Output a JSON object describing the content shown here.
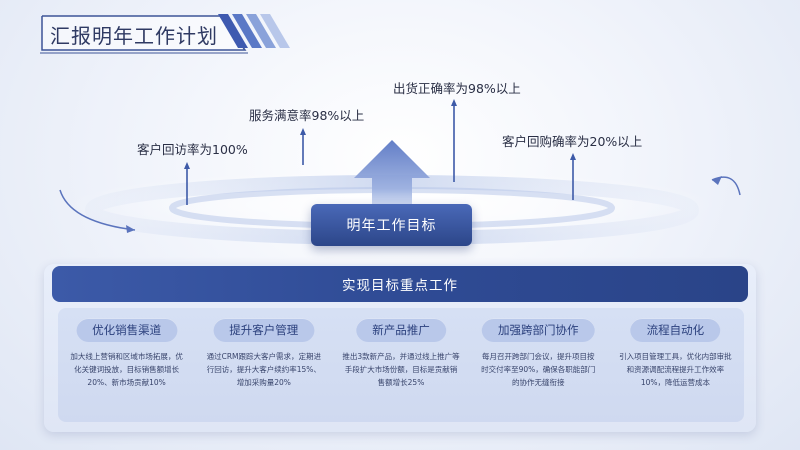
{
  "title": "汇报明年工作计划",
  "metrics": [
    {
      "text": "客户回访率为100%"
    },
    {
      "text": "服务满意率98%以上"
    },
    {
      "text": "出货正确率为98%以上"
    },
    {
      "text": "客户回购确率为20%以上"
    }
  ],
  "goal_label": "明年工作目标",
  "panel": {
    "header": "实现目标重点工作",
    "items": [
      {
        "title": "优化销售渠道",
        "desc": "加大线上营销和区域市场拓展，优化关键词投放，目标销售额增长20%、新市场贡献10%"
      },
      {
        "title": "提升客户管理",
        "desc": "通过CRM跟踪大客户需求，定期进行回访，提升大客户续约率15%、增加采购量20%"
      },
      {
        "title": "新产品推广",
        "desc": "推出3款新产品，并通过线上推广等手段扩大市场份额，目标是贡献销售额增长25%"
      },
      {
        "title": "加强跨部门协作",
        "desc": "每月召开跨部门会议，提升项目按时交付率至90%，确保各职能部门的协作无缝衔接"
      },
      {
        "title": "流程自动化",
        "desc": "引入项目管理工具，优化内部审批和资源调配流程提升工作效率10%，降低运营成本"
      }
    ]
  },
  "colors": {
    "accent": "#2f4b95",
    "pill": "#b9c8ea",
    "text": "#2a2f45"
  }
}
